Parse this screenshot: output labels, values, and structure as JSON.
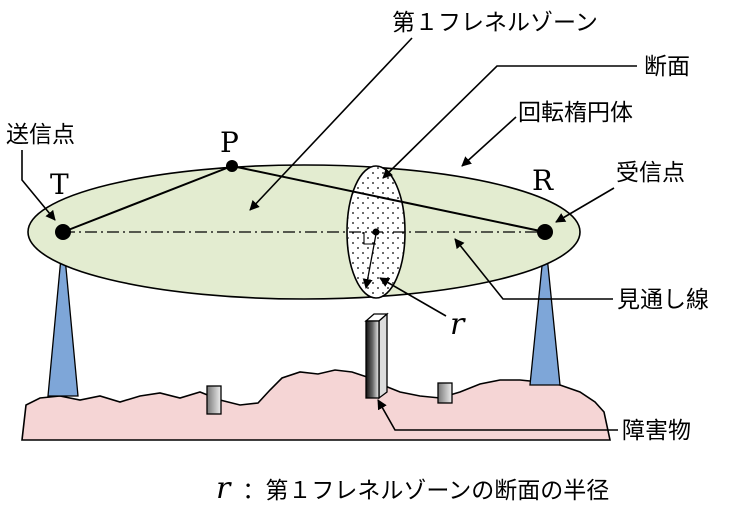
{
  "labels": {
    "fresnel_zone": "第１フレネルゾーン",
    "cross_section": "断面",
    "ellipsoid": "回転楕円体",
    "transmit_point": "送信点",
    "receive_point": "受信点",
    "line_of_sight": "見通し線",
    "obstacle": "障害物",
    "radius_symbol": "r",
    "point_p": "P",
    "point_t": "T",
    "point_r": "R"
  },
  "footnote": {
    "symbol": "r",
    "text": "：第１フレネルゾーンの断面の半径"
  },
  "colors": {
    "ellipse_fill": "#e3ecd0",
    "ground_fill": "#f5d5d5",
    "tower_fill": "#7ea6d8",
    "line": "#000000"
  }
}
